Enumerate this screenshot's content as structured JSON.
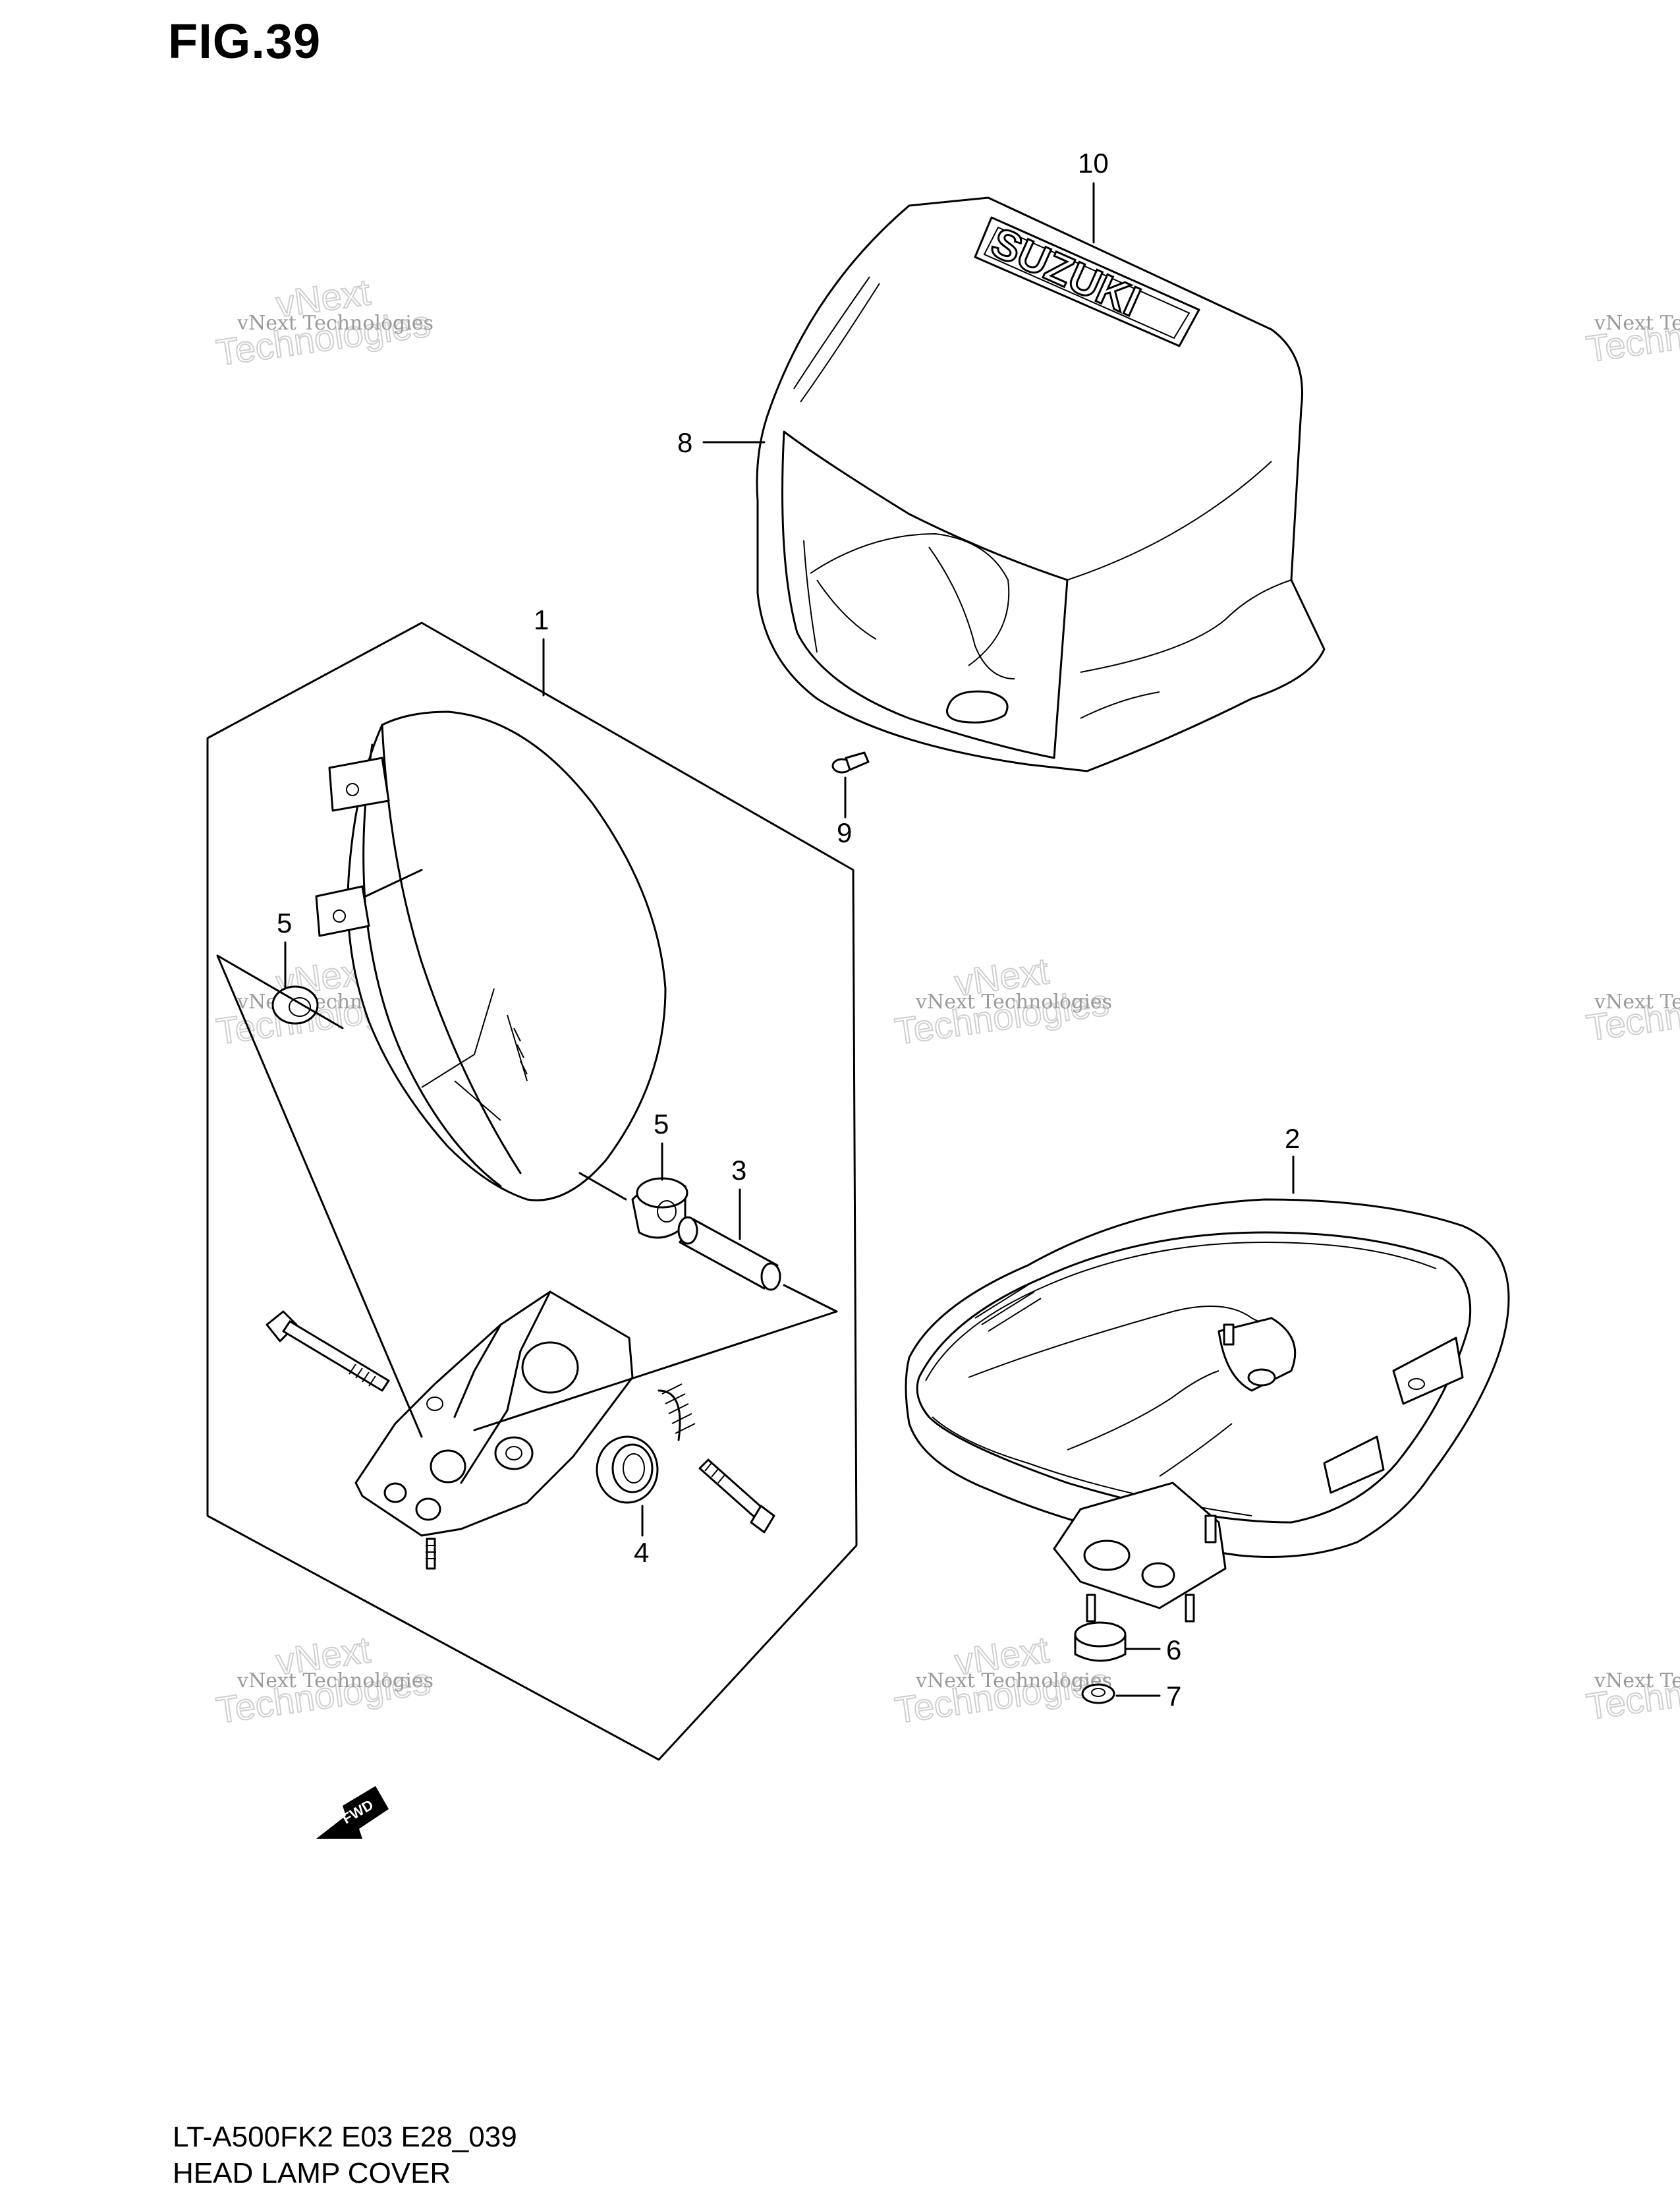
{
  "figure": {
    "title": "FIG.39",
    "model_code": "LT-A500FK2 E03 E28_039",
    "assembly_name": "HEAD LAMP COVER",
    "brand_logo": "SUZUKI",
    "direction_label": "FWD"
  },
  "callouts": [
    "1",
    "2",
    "3",
    "4",
    "5",
    "5",
    "6",
    "7",
    "8",
    "9",
    "10"
  ],
  "watermark": {
    "line1": "vNext Technologies",
    "line2": "vNext",
    "line3": "Technologies"
  }
}
